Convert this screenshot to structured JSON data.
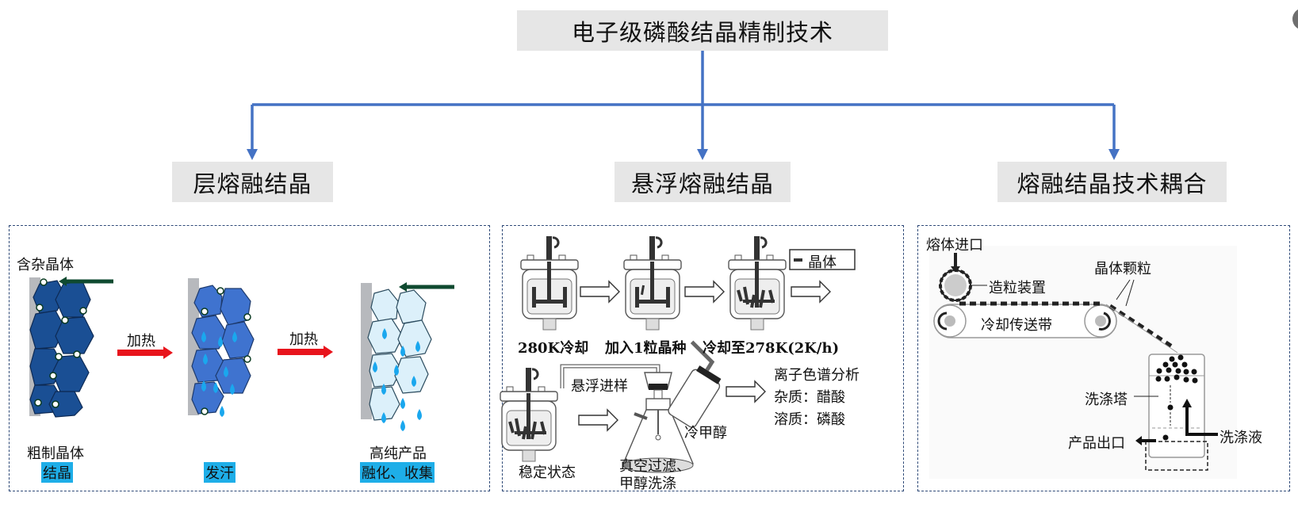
{
  "title": "电子级磷酸结晶精制技术",
  "branches": [
    {
      "label": "层熔融结晶"
    },
    {
      "label": "悬浮熔融结晶"
    },
    {
      "label": "熔融结晶技术耦合"
    }
  ],
  "colors": {
    "connector": "#4472c4",
    "heading_bg": "#e6e6e6",
    "panel_border": "#2f4a78",
    "tag_bg": "#1eaee8",
    "heat_arrow": "#e8141c"
  },
  "layer_panel": {
    "impure_crystal": "含杂晶体",
    "heat_1": "加热",
    "heat_2": "加热",
    "crude_crystal": "粗制晶体",
    "pure_product": "高纯产品",
    "steps": [
      "结晶",
      "发汗",
      "融化、收集"
    ]
  },
  "suspension_panel": {
    "legend_crystal": "晶体",
    "stage_labels": [
      "280K冷却",
      "加入1粒晶种",
      "冷却至278K(2K/h)"
    ],
    "steady_state": "稳定状态",
    "suspension_sampling": "悬浮进样",
    "cold_methanol": "冷甲醇",
    "filter_wash_line1": "真空过滤、",
    "filter_wash_line2": "甲醇洗涤",
    "analysis_title": "离子色谱分析",
    "impurity": "杂质：醋酸",
    "solute": "溶质：磷酸"
  },
  "coupling_panel": {
    "melt_inlet": "熔体进口",
    "granulator": "造粒装置",
    "crystal_particles": "晶体颗粒",
    "cooling_belt": "冷却传送带",
    "wash_tower": "洗涤塔",
    "product_outlet": "产品出口",
    "wash_liquid": "洗涤液"
  }
}
